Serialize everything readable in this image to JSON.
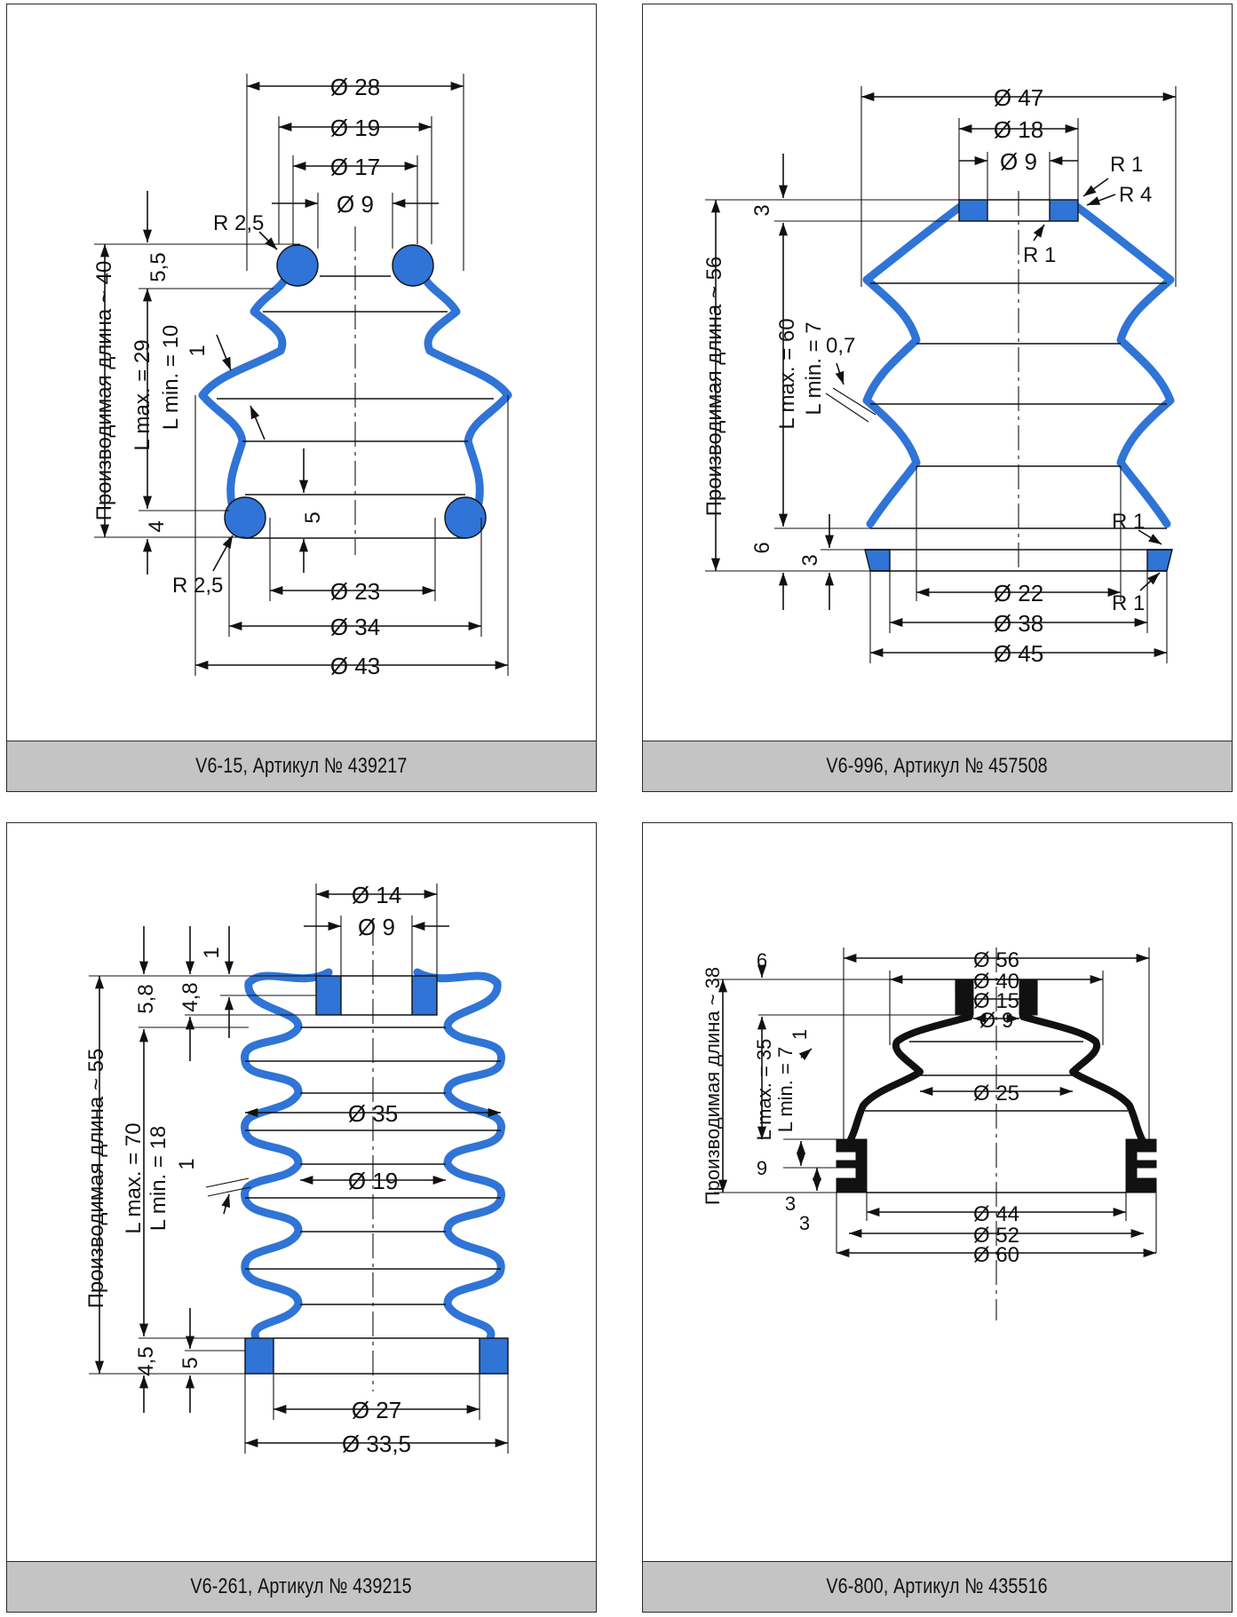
{
  "panels": [
    {
      "caption": "V6-15, Артикул № 439217",
      "labels": {
        "d28": "Ø 28",
        "d19": "Ø 19",
        "d17": "Ø 17",
        "d9": "Ø 9",
        "d23": "Ø 23",
        "d34": "Ø 34",
        "d43": "Ø 43",
        "r_top": "R 2,5",
        "r_bot": "R 2,5",
        "h55": "5,5",
        "h4": "4",
        "h5": "5",
        "t1": "1",
        "lmax": "L max. = 29",
        "lmin": "L min. = 10",
        "len": "Производимая длина ~ 40"
      }
    },
    {
      "caption": "V6-996, Артикул № 457508",
      "labels": {
        "d47": "Ø 47",
        "d18": "Ø 18",
        "d9": "Ø 9",
        "d22": "Ø 22",
        "d38": "Ø 38",
        "d45": "Ø 45",
        "r1a": "R 1",
        "r4": "R 4",
        "r1b": "R 1",
        "r1c": "R 1",
        "r1d": "R 1",
        "h3": "3",
        "h6": "6",
        "h3b": "3",
        "t07": "0,7",
        "lmax": "L max. = 60",
        "lmin": "L min. = 7",
        "len": "Производимая длина ~ 56"
      }
    },
    {
      "caption": "V6-261, Артикул № 439215",
      "labels": {
        "d14": "Ø 14",
        "d9": "Ø 9",
        "d35": "Ø 35",
        "d19": "Ø 19",
        "d27": "Ø 27",
        "d335": "Ø 33,5",
        "h58": "5,8",
        "h48": "4,8",
        "h1": "1",
        "h45": "4,5",
        "h5": "5",
        "t1": "1",
        "lmax": "L max. = 70",
        "lmin": "L min. = 18",
        "len": "Производимая длина ~ 55"
      }
    },
    {
      "caption": "V6-800, Артикул № 435516",
      "labels": {
        "d56": "Ø 56",
        "d40": "Ø 40",
        "d15": "Ø 15",
        "d9": "Ø 9",
        "d25": "Ø 25",
        "d44": "Ø 44",
        "d52": "Ø 52",
        "d60": "Ø 60",
        "h6": "6",
        "h9": "9",
        "h3a": "3",
        "h3b": "3",
        "t1": "1",
        "lmax": "L max. = 35",
        "lmin": "L min. = 7",
        "len": "Производимая длина ~ 38"
      }
    }
  ]
}
